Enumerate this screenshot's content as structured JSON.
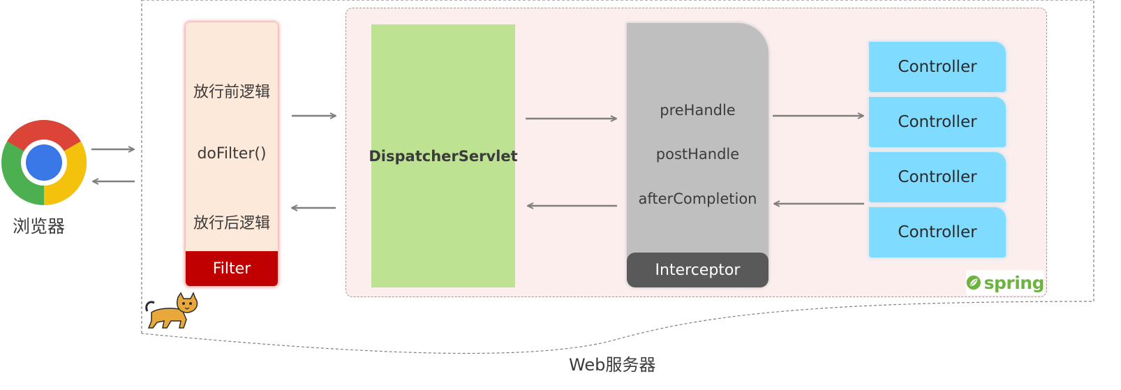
{
  "browser": {
    "label": "浏览器",
    "icon": "chrome-icon"
  },
  "filter": {
    "before_text": "放行前逻辑",
    "method_text": "doFilter()",
    "after_text": "放行后逻辑",
    "label": "Filter"
  },
  "dispatcher": {
    "label": "DispatcherServlet"
  },
  "interceptor": {
    "pre_text": "preHandle",
    "post_text": "postHandle",
    "after_text": "afterCompletion",
    "label": "Interceptor"
  },
  "controllers": [
    "Controller",
    "Controller",
    "Controller",
    "Controller"
  ],
  "spring": {
    "logo_text": "spring",
    "icon": "spring-leaf-icon"
  },
  "tomcat": {
    "icon": "tomcat-icon"
  },
  "web_server": {
    "label": "Web服务器"
  },
  "colors": {
    "filter_bg": "#fde9d9",
    "filter_label": "#c00000",
    "dispatcher_bg": "#bde292",
    "interceptor_bg": "#bfbfbf",
    "interceptor_label": "#595959",
    "controller_bg": "#7fdbff",
    "spring_container_bg": "#fdeeee",
    "arrow": "#7f7f7f"
  }
}
